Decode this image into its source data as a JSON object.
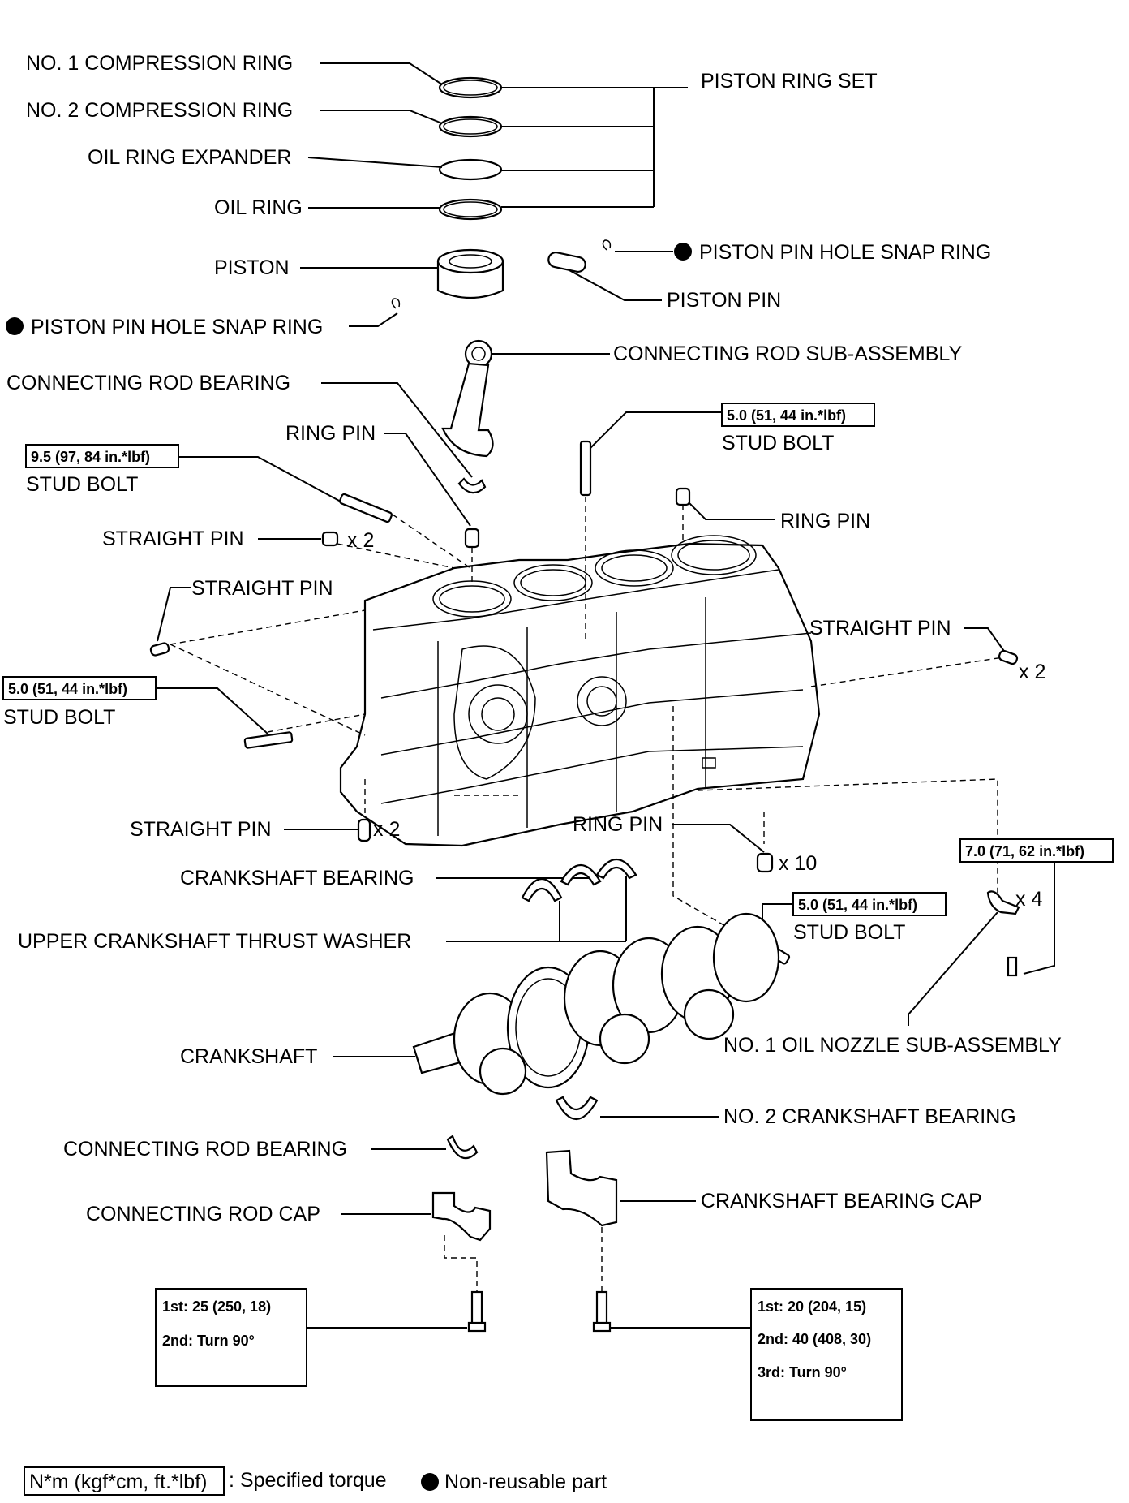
{
  "labels": {
    "comp_ring_1": "NO. 1 COMPRESSION RING",
    "comp_ring_2": "NO. 2 COMPRESSION RING",
    "oil_ring_expander": "OIL RING EXPANDER",
    "oil_ring": "OIL RING",
    "piston_ring_set": "PISTON RING SET",
    "piston": "PISTON",
    "snap_ring_right": "PISTON PIN HOLE SNAP RING",
    "piston_pin": "PISTON PIN",
    "snap_ring_left": "PISTON PIN HOLE SNAP RING",
    "con_rod_sub": "CONNECTING ROD SUB-ASSEMBLY",
    "con_rod_bearing_top": "CONNECTING ROD BEARING",
    "ring_pin_left": "RING PIN",
    "stud_bolt_top_left": "STUD BOLT",
    "stud_bolt_top_mid": "STUD BOLT",
    "ring_pin_right": "RING PIN",
    "straight_pin_top": "STRAIGHT PIN",
    "x2_top": "x 2",
    "straight_pin_left": "STRAIGHT PIN",
    "straight_pin_right": "STRAIGHT PIN",
    "x2_right": "x 2",
    "stud_bolt_left": "STUD BOLT",
    "straight_pin_bottom": "STRAIGHT PIN",
    "x2_bottom": "x 2",
    "ring_pin_bottom": "RING PIN",
    "x10": "x 10",
    "crankshaft_bearing": "CRANKSHAFT BEARING",
    "thrust_washer": "UPPER CRANKSHAFT THRUST WASHER",
    "stud_bolt_bottom": "STUD BOLT",
    "x4": "x 4",
    "oil_nozzle": "NO. 1 OIL NOZZLE SUB-ASSEMBLY",
    "crankshaft": "CRANKSHAFT",
    "no2_crank_bearing": "NO. 2 CRANKSHAFT BEARING",
    "con_rod_bearing_bottom": "CONNECTING ROD BEARING",
    "crank_bearing_cap": "CRANKSHAFT BEARING CAP",
    "con_rod_cap": "CONNECTING ROD CAP"
  },
  "torques": {
    "stud_top_left": "9.5 (97, 84 in.*lbf)",
    "stud_top_mid": "5.0 (51, 44 in.*lbf)",
    "stud_left": "5.0 (51, 44 in.*lbf)",
    "oil_nozzle": "7.0 (71, 62 in.*lbf)",
    "stud_bottom": "5.0 (51, 44 in.*lbf)",
    "con_rod_cap_bolt": [
      "1st: 25 (250, 18)",
      "2nd: Turn 90°"
    ],
    "crank_cap_bolt": [
      "1st: 20 (204, 15)",
      "2nd: 40 (408, 30)",
      "3rd: Turn 90°"
    ]
  },
  "legend": {
    "unit": "N*m (kgf*cm, ft.*lbf)",
    "unit_desc": ": Specified torque",
    "non_reusable": "Non-reusable part"
  }
}
